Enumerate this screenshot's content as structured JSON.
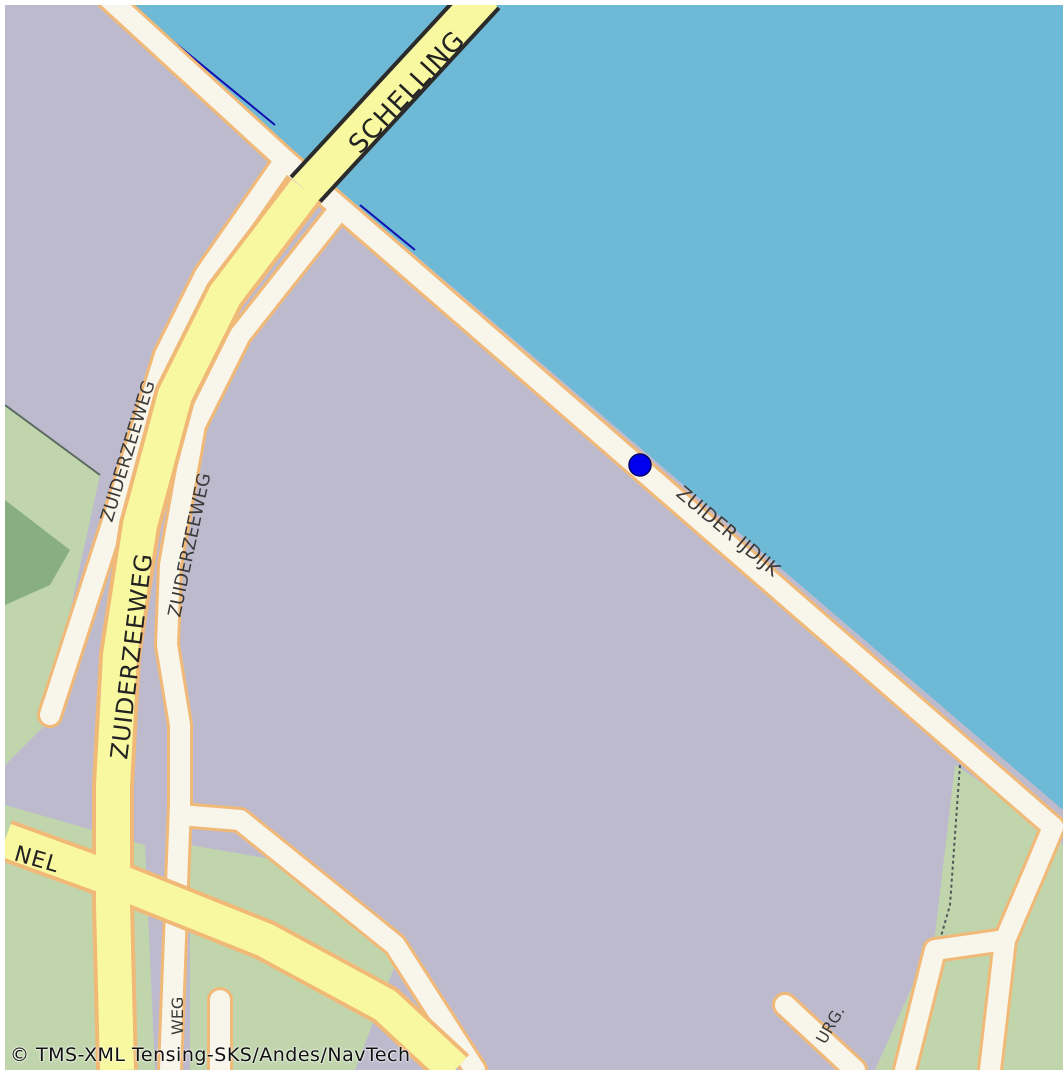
{
  "map": {
    "colors": {
      "water": "#6db9d6",
      "land": "#bebacd",
      "park": "#c1d5ad",
      "park_dark": "#88ae82",
      "road_fill": "#f8f5ea",
      "road_casing": "#f0b978",
      "motorway": "#f8f8a0"
    },
    "labels": {
      "schelling": "SCHELLING",
      "zuiderzeeweg_main": "ZUIDERZEEWEG",
      "zuiderzeeweg_left": "ZUIDERZEEWEG",
      "zuiderzeeweg_right": "ZUIDERZEEWEG",
      "zuider_ijdijk": "ZUIDER IJDIJK",
      "nel": "NEL",
      "weg": "WEG",
      "urg": "URG."
    },
    "marker": {
      "color": "#0000ee",
      "icon": "location-dot-icon"
    }
  },
  "attribution": "© TMS-XML Tensing-SKS/Andes/NavTech"
}
